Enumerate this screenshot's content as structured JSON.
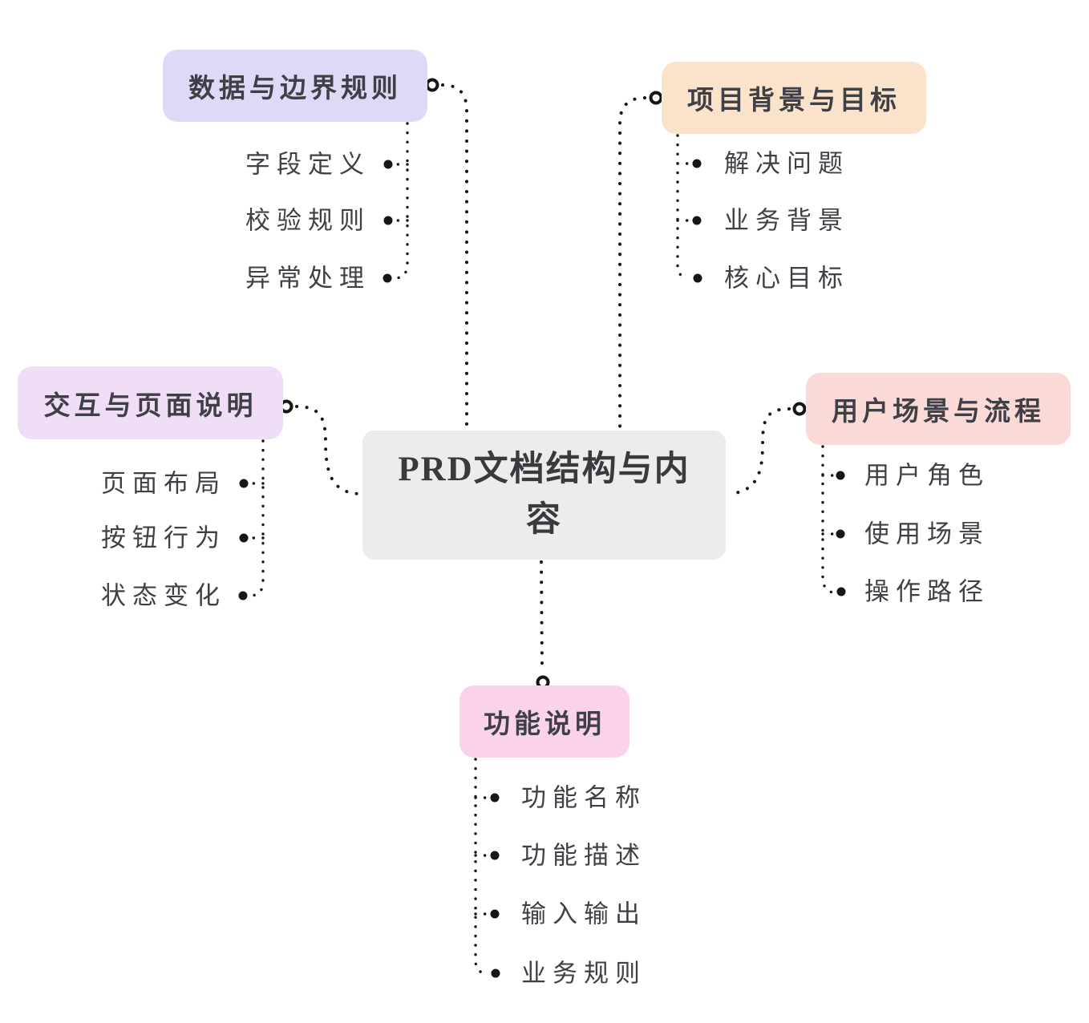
{
  "center": {
    "label": "PRD文档结构与内容",
    "bg": "#ECECEC"
  },
  "branches": [
    {
      "key": "data-boundary-rules",
      "label": "数据与边界规则",
      "bg": "#DED9F6",
      "position": "top-left",
      "children": [
        "字段定义",
        "校验规则",
        "异常处理"
      ]
    },
    {
      "key": "project-background-goals",
      "label": "项目背景与目标",
      "bg": "#FBE3CB",
      "position": "top-right",
      "children": [
        "解决问题",
        "业务背景",
        "核心目标"
      ]
    },
    {
      "key": "interaction-page-notes",
      "label": "交互与页面说明",
      "bg": "#F0DEF6",
      "position": "left",
      "children": [
        "页面布局",
        "按钮行为",
        "状态变化"
      ]
    },
    {
      "key": "user-scenarios-flows",
      "label": "用户场景与流程",
      "bg": "#FBD9D6",
      "position": "right",
      "children": [
        "用户角色",
        "使用场景",
        "操作路径"
      ]
    },
    {
      "key": "feature-description",
      "label": "功能说明",
      "bg": "#FAD3EA",
      "position": "bottom",
      "children": [
        "功能名称",
        "功能描述",
        "输入输出",
        "业务规则"
      ]
    }
  ],
  "colors": {
    "background": "#FFFFFF",
    "text": "#3F3F46",
    "center_text": "#3A3A3E",
    "connector": "#161616"
  }
}
